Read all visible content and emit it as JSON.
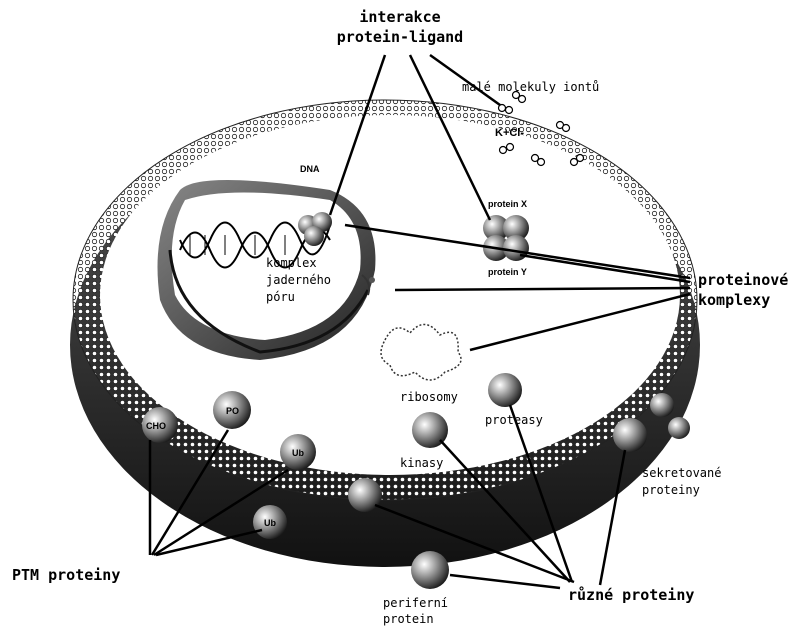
{
  "title": {
    "line1": "interakce",
    "line2": "protein-ligand"
  },
  "labels": {
    "small_molecules": "malé molekuly iontů",
    "ions": "K+Cl-",
    "dna": "DNA",
    "protein_x": "protein X",
    "protein_y": "protein Y",
    "pore_complex_l1": "komplex",
    "pore_complex_l2": "jaderného",
    "pore_complex_l3": "póru",
    "protein_complexes_l1": "proteinové",
    "protein_complexes_l2": "komplexy",
    "ribosomes": "ribosomy",
    "proteases": "proteasy",
    "kinases": "kinasy",
    "secreted_l1": "sekretované",
    "secreted_l2": "proteiny",
    "ptm_proteins": "PTM proteiny",
    "various_proteins": "různé proteiny",
    "peripheral_l1": "periferní",
    "peripheral_l2": "protein"
  },
  "ptm_markers": {
    "marker_1": "CHO",
    "marker_2": "PO",
    "marker_3": "Ub",
    "marker_4": "Ub"
  },
  "colors": {
    "line": "#000000",
    "membrane_fill": "#2a2a2a",
    "cell_interior": "#ffffff",
    "nucleus_shadow": "#3a3a3a"
  }
}
